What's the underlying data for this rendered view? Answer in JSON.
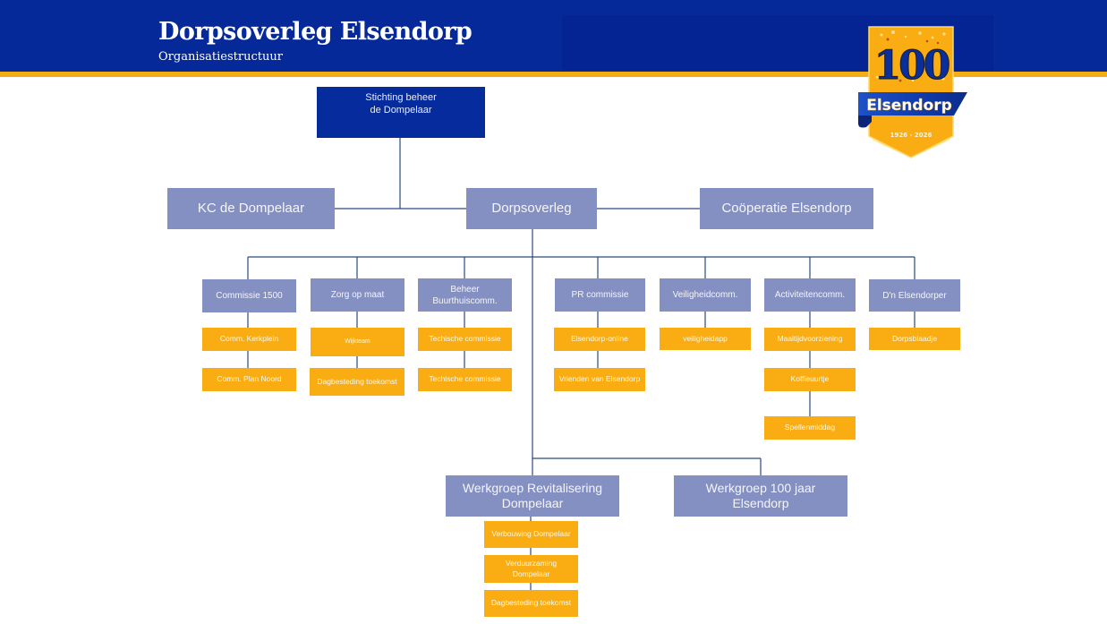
{
  "header": {
    "title": "Dorpsoverleg Elsendorp",
    "subtitle": "Organisatiestructuur"
  },
  "logo": {
    "number": "100",
    "name": "Elsendorp",
    "years": "1926 - 2026"
  },
  "colors": {
    "banner": "#06299a",
    "stripe": "#f5ad13",
    "top_node": "#052b9c",
    "committee_node": "#8590c2",
    "subgroup_node": "#f9ad12",
    "connector": "#2b4a7f"
  },
  "org": {
    "top": "Stichting beheer\nde Dompelaar",
    "left_partner": "KC de Dompelaar",
    "center": "Dorpsoverleg",
    "right_partner": "Coöperatie Elsendorp",
    "committees": [
      {
        "name": "Commissie 1500",
        "children": [
          "Comm. Kerkplein",
          "Comm. Plan Noord"
        ]
      },
      {
        "name": "Zorg op maat",
        "children": [
          "Wijkteam",
          "Dagbesteding toekomst"
        ]
      },
      {
        "name": "Beheer\nBuurthuiscomm.",
        "children": [
          "Techische commissie",
          "Techische commissie"
        ]
      },
      {
        "name": "PR commissie",
        "children": [
          "Elsendorp-online",
          "Vrienden van Elsendorp"
        ]
      },
      {
        "name": "Veiligheidcomm.",
        "children": [
          "veiligheidapp"
        ]
      },
      {
        "name": "Activiteitencomm.",
        "children": [
          "Maaltijdvoorziening",
          "Koffieuurtje",
          "Spellenmiddag"
        ]
      },
      {
        "name": "D'n Elsendorper",
        "children": [
          "Dorpsblaadje"
        ]
      }
    ],
    "workgroups": [
      {
        "name": "Werkgroep Revitalisering\nDompelaar",
        "children": [
          "Verbouwing Dompelaar",
          "Verduurzaming\nDompelaar",
          "Dagbesteding toekomst"
        ]
      },
      {
        "name": "Werkgroep 100 jaar\nElsendorp",
        "children": []
      }
    ]
  }
}
